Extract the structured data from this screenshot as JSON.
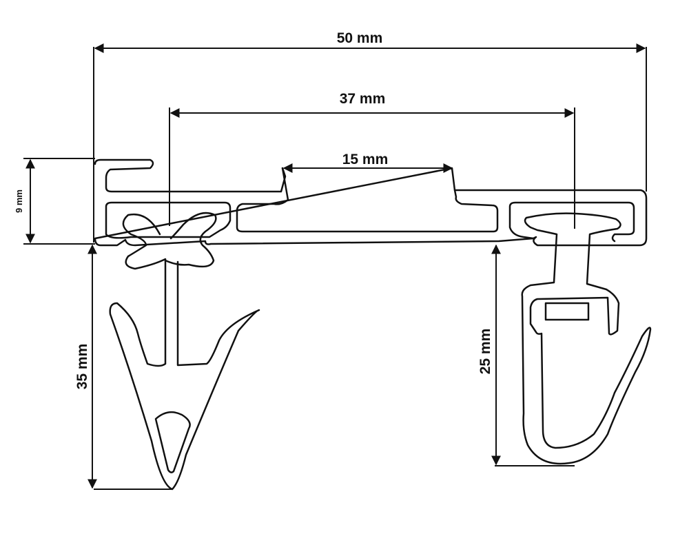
{
  "colors": {
    "stroke": "#111111",
    "background": "#ffffff"
  },
  "dimensions": {
    "overall_width": "50 mm",
    "inner_width": "37 mm",
    "slot_width": "15 mm",
    "profile_height": "9 mm",
    "hook_left_height": "35 mm",
    "hook_right_height": "25 mm"
  }
}
